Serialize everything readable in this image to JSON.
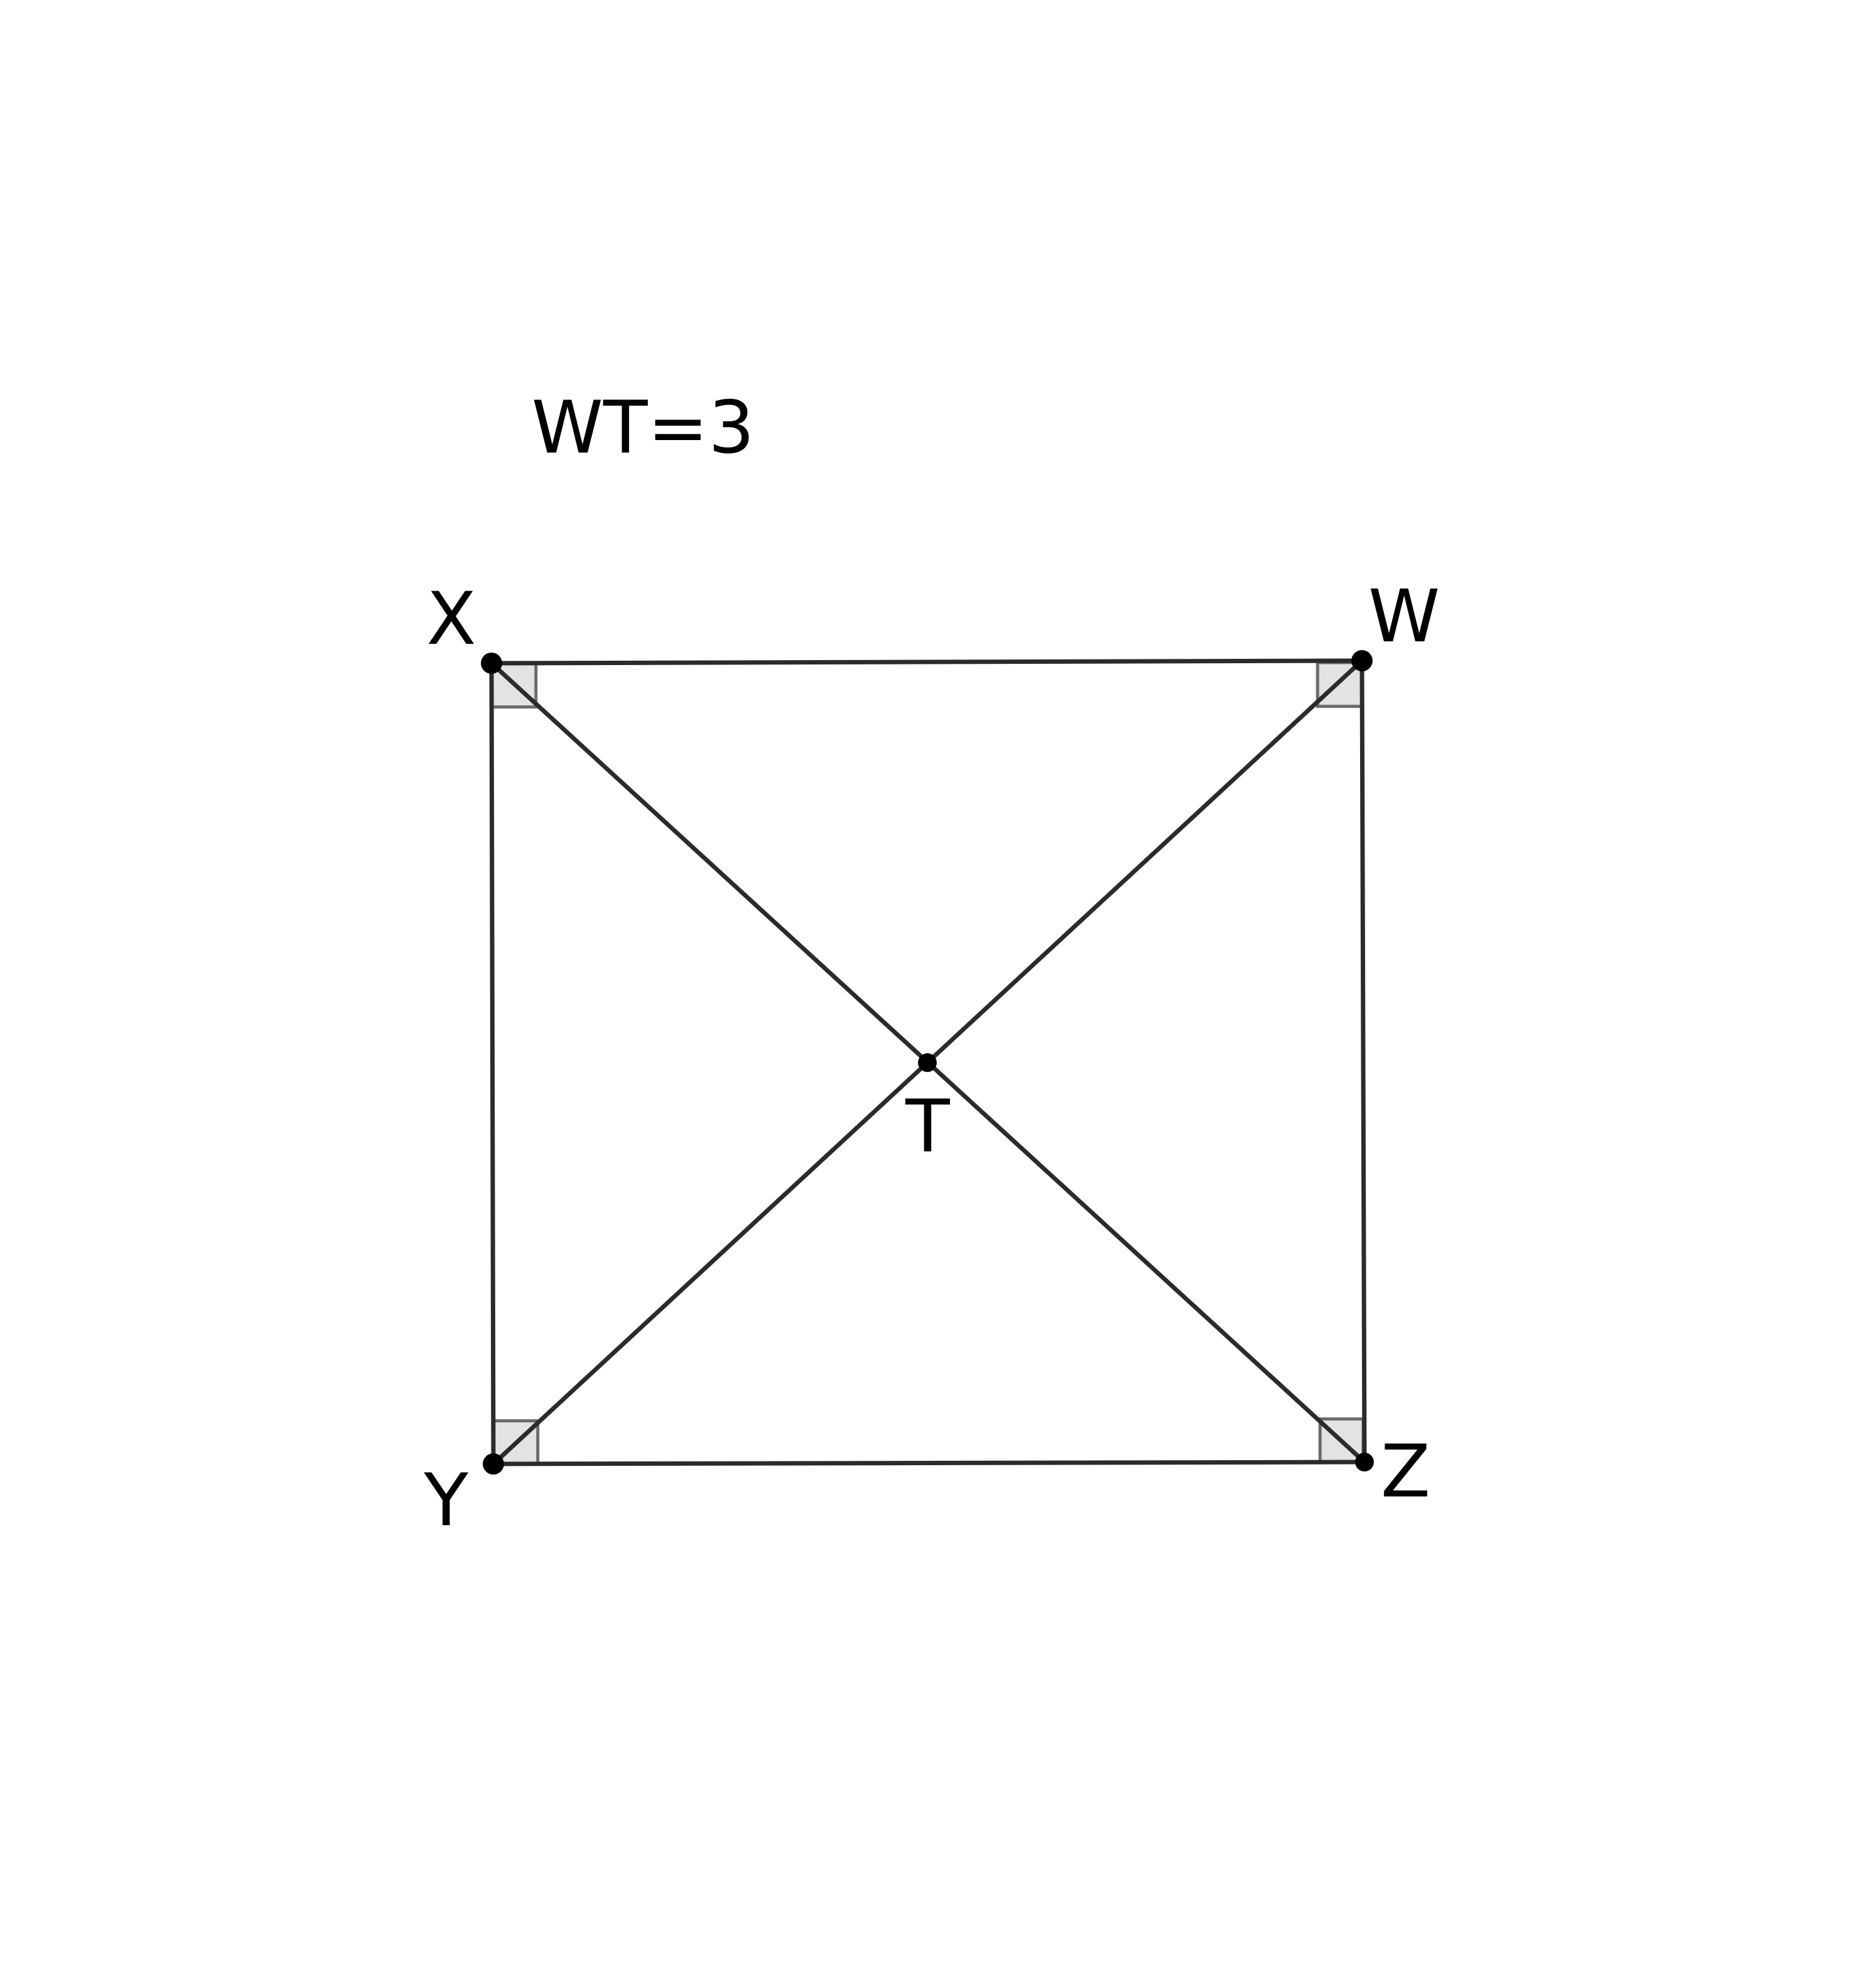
{
  "figure": {
    "given": "WT=3",
    "vertices": {
      "x": "X",
      "w": "W",
      "y": "Y",
      "z": "Z",
      "t": "T"
    },
    "right_angles": [
      "X",
      "W",
      "Y",
      "Z"
    ]
  }
}
